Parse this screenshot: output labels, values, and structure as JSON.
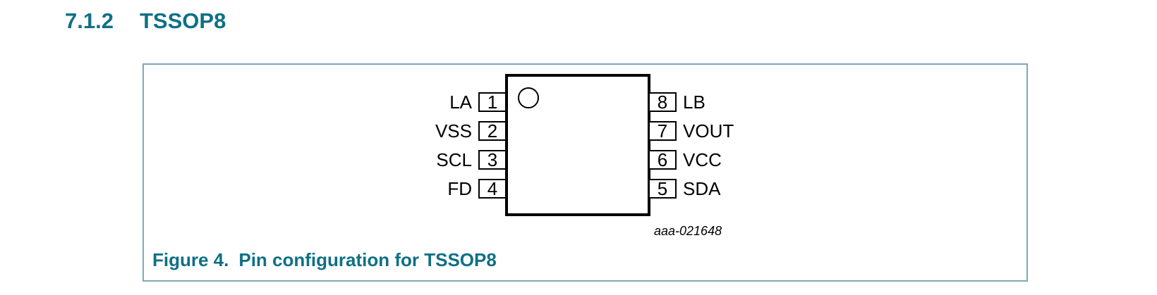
{
  "heading": {
    "number": "7.1.2",
    "title": "TSSOP8"
  },
  "figure": {
    "caption_label": "Figure 4.",
    "caption_text": "Pin configuration for TSSOP8",
    "artwork_id": "aaa-021648",
    "diagram": {
      "package": "TSSOP8",
      "pin1_indicator": "circle",
      "left_pins": [
        {
          "name": "LA",
          "number": "1"
        },
        {
          "name": "VSS",
          "number": "2"
        },
        {
          "name": "SCL",
          "number": "3"
        },
        {
          "name": "FD",
          "number": "4"
        }
      ],
      "right_pins": [
        {
          "name": "LB",
          "number": "8"
        },
        {
          "name": "VOUT",
          "number": "7"
        },
        {
          "name": "VCC",
          "number": "6"
        },
        {
          "name": "SDA",
          "number": "5"
        }
      ]
    }
  },
  "colors": {
    "heading_teal": "#0E7086",
    "figure_border": "#79AAB9",
    "diagram_ink": "#000000"
  }
}
